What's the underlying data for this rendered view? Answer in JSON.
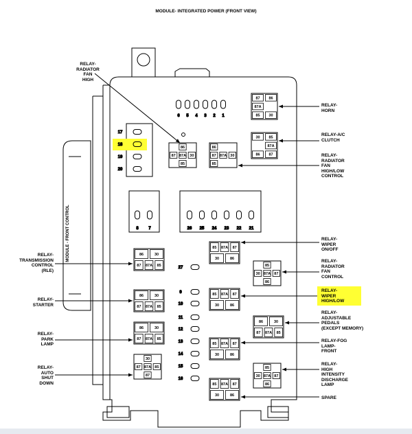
{
  "title": [
    "MODULE- INTEGRATED POWER",
    "(FRONT VIEW)"
  ],
  "side_module_label": "MODULE - FRONT CONTROL",
  "callouts": {
    "horn": [
      "RELAY-",
      "HORN"
    ],
    "ac_clutch": [
      "RELAY-A/C",
      "CLUTCH"
    ],
    "rad_fan_hl_control": [
      "RELAY-",
      "RADIATOR",
      "FAN",
      "HIGH/LOW",
      "CONTROL"
    ],
    "wiper_onoff": [
      "RELAY-",
      "WIPER",
      "ON/OFF"
    ],
    "rad_fan_control": [
      "RELAY-",
      "RADIATOR",
      "FAN",
      "CONTROL"
    ],
    "wiper_highlow": [
      "RELAY-",
      "WIPER",
      "HIGH/LOW"
    ],
    "adj_pedals": [
      "RELAY-",
      "ADJUSTABLE",
      "PEDALS",
      "(EXCEPT MEMORY)"
    ],
    "fog_front": [
      "RELAY-FOG",
      "LAMP-",
      "FRONT"
    ],
    "hid_lamp": [
      "RELAY-",
      "HIGH",
      "INTENSITY",
      "DISCHARGE",
      "LAMP"
    ],
    "spare": [
      "SPARE"
    ],
    "rad_fan_high": [
      "RELAY-",
      "RADIATOR",
      "FAN",
      "HIGH"
    ],
    "transmission": [
      "RELAY-",
      "TRANSMISSION",
      "CONTROL",
      "(RLE)"
    ],
    "starter": [
      "RELAY-",
      "STARTER"
    ],
    "park_lamp": [
      "RELAY-",
      "PARK",
      "LAMP"
    ],
    "auto_shutdown": [
      "RELAY-",
      "AUTO",
      "SHUT",
      "DOWN"
    ]
  },
  "fuse_numbers": {
    "top_row": [
      "6",
      "5",
      "4",
      "3",
      "2",
      "1"
    ],
    "left_column": [
      "17",
      "18",
      "19",
      "20"
    ],
    "pair": [
      "8",
      "7"
    ],
    "mid_row": [
      "26",
      "25",
      "24",
      "23",
      "22",
      "21"
    ],
    "center_column": [
      "27",
      "9",
      "10",
      "11",
      "12",
      "13",
      "14",
      "15",
      "16"
    ]
  },
  "pins": {
    "p87": "87",
    "p86": "86",
    "p87a": "87A",
    "p85": "85",
    "p30": "30"
  },
  "highlights": [
    "fuse 18",
    "RELAY- WIPER HIGH/LOW"
  ],
  "colors": {
    "highlight": "#ffff33",
    "line": "#000000"
  }
}
